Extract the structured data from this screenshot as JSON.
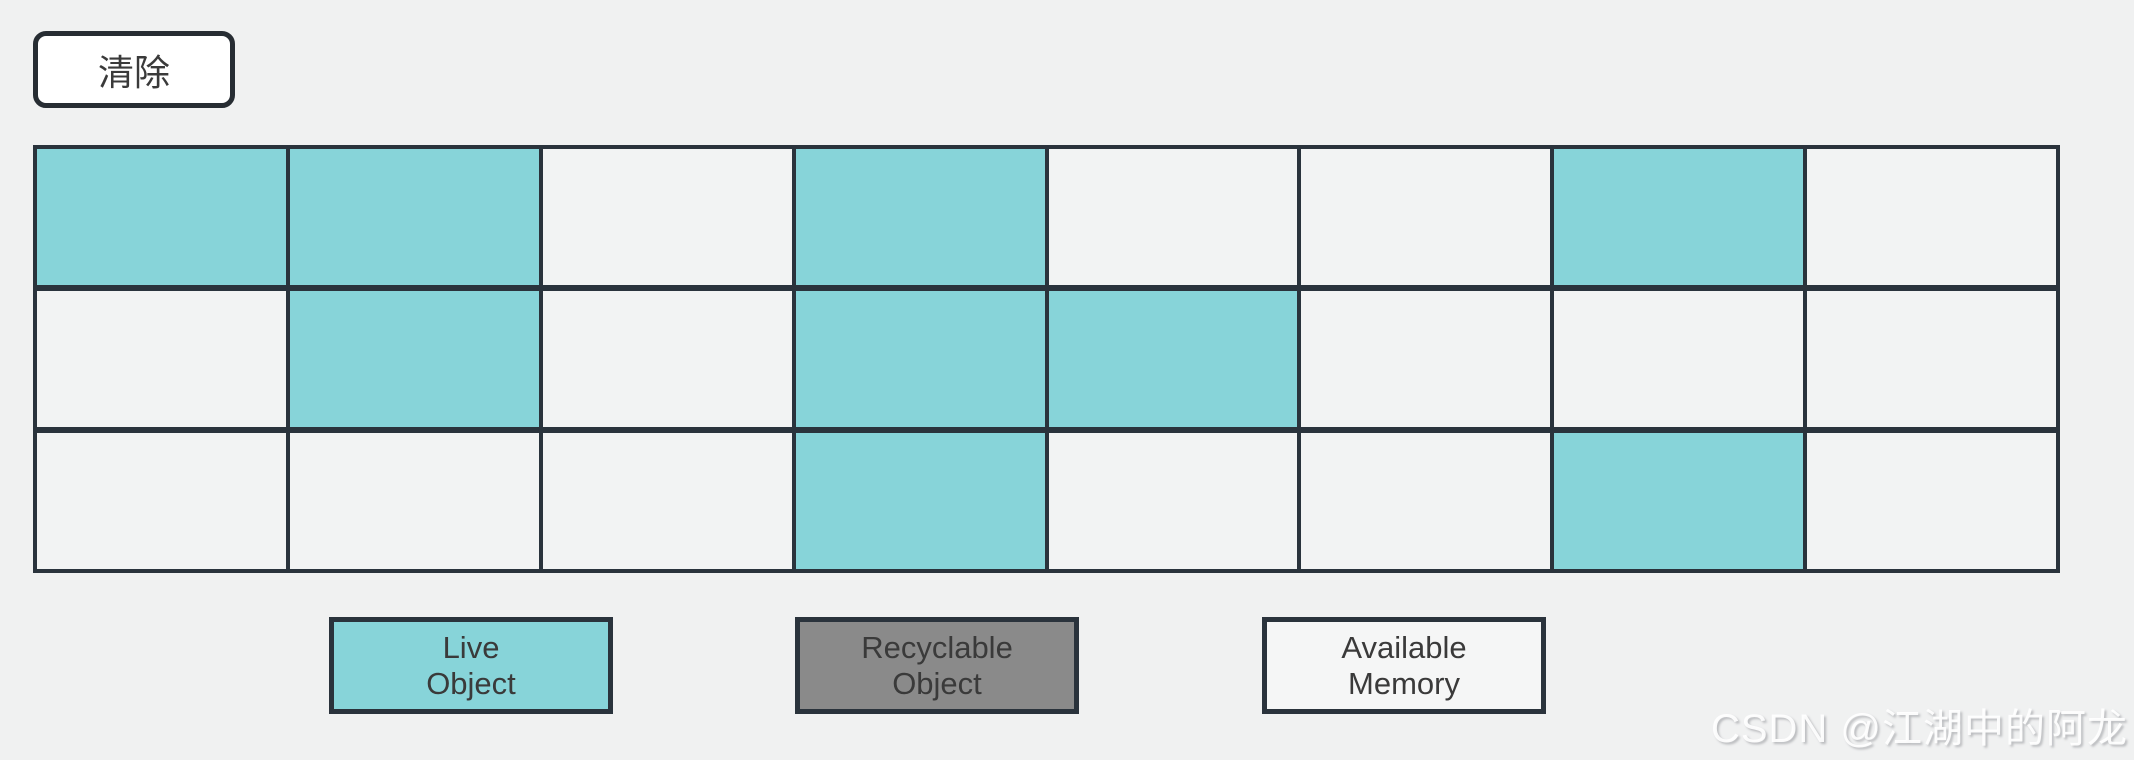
{
  "button": {
    "label": "清除"
  },
  "memory_grid": {
    "rows": 3,
    "cols": 8,
    "cell_states": [
      [
        "live",
        "live",
        "free",
        "live",
        "free",
        "free",
        "live",
        "free"
      ],
      [
        "free",
        "live",
        "free",
        "live",
        "live",
        "free",
        "free",
        "free"
      ],
      [
        "free",
        "free",
        "free",
        "live",
        "free",
        "free",
        "live",
        "free"
      ]
    ]
  },
  "legend": {
    "items": [
      {
        "id": "live",
        "line1": "Live",
        "line2": "Object"
      },
      {
        "id": "recyclable",
        "line1": "Recyclable",
        "line2": "Object"
      },
      {
        "id": "available",
        "line1": "Available",
        "line2": "Memory"
      }
    ]
  },
  "watermark": {
    "text": "CSDN @江湖中的阿龙"
  },
  "colors": {
    "page-bg": "#F0F1F1",
    "cell-free": "#F2F3F3",
    "cell-live": "#87D4D9",
    "border-dark": "#2A333C",
    "button-border": "#272D33",
    "button-bg": "#FFFFFF",
    "legend-gray": "#8A8A8A",
    "legend-available": "#F5F6F6",
    "text-dark": "#3A3A3A"
  }
}
